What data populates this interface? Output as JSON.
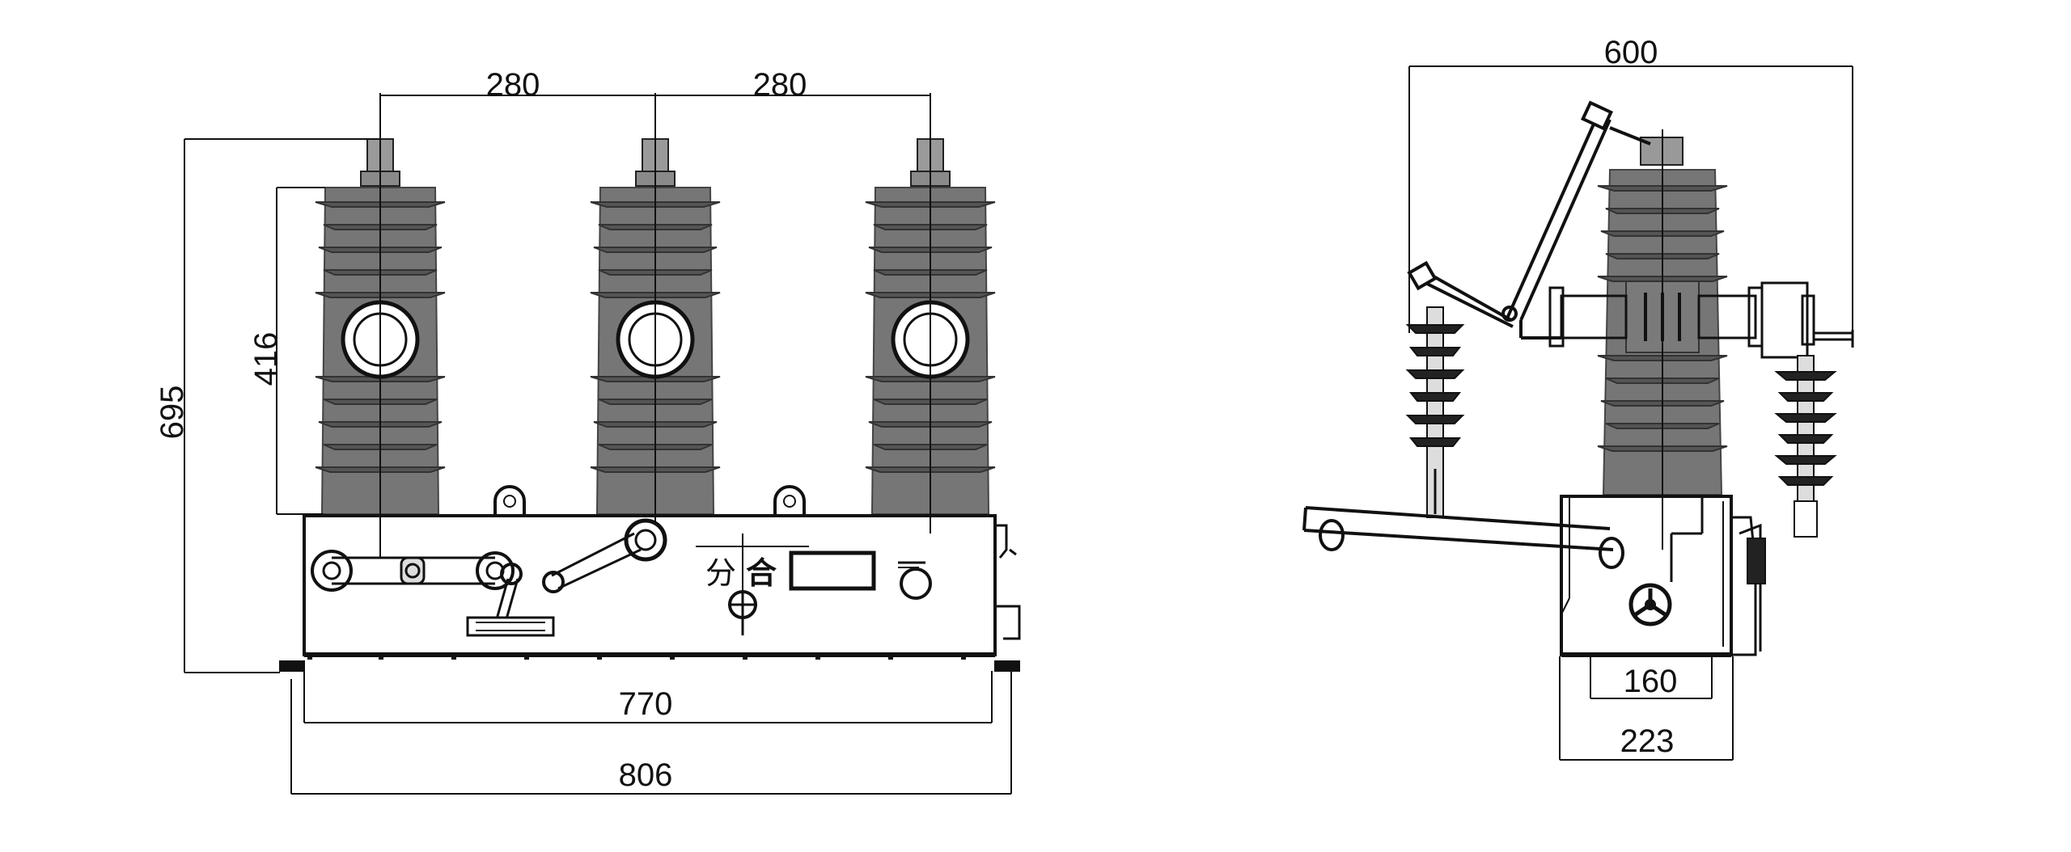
{
  "front_view": {
    "spacing_left": "280",
    "spacing_right": "280",
    "overall_height": "695",
    "insulator_height": "416",
    "mounting_width": "770",
    "total_width": "806",
    "label_open": "分",
    "label_close": "合"
  },
  "side_view": {
    "top_span": "600",
    "base_inner": "160",
    "base_outer": "223"
  },
  "colors": {
    "insulator": "#767676",
    "line": "#111111",
    "housing_edge": "#1a1a1a"
  }
}
